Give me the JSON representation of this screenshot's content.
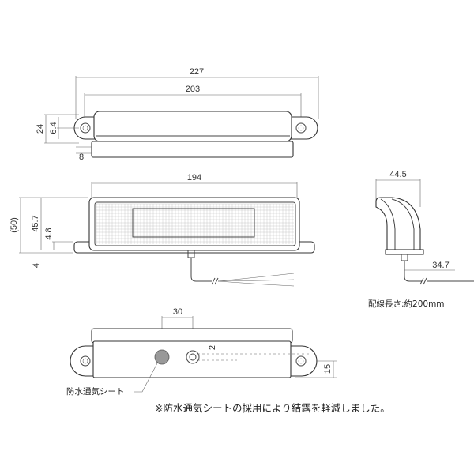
{
  "top_view": {
    "dim_overall_width": "227",
    "dim_hole_pitch": "203",
    "dim_height": "24",
    "dim_hole_offset": "6.4",
    "dim_flange": "8"
  },
  "front_view": {
    "dim_lens_width": "194",
    "dim_overall_height": "(50)",
    "dim_body_height": "45.7",
    "dim_flange_height": "4.8",
    "dim_base": "4"
  },
  "side_view": {
    "dim_depth": "44.5",
    "dim_cable_offset": "34.7",
    "wiring_length_label": "配線長さ:約200mm"
  },
  "bottom_view": {
    "dim_vent_distance": "30",
    "dim_vent_offset": "2",
    "dim_hole_height": "15",
    "vent_sheet_label": "防水通気シート"
  },
  "note": "※防水通気シートの採用により結露を軽減しました。"
}
